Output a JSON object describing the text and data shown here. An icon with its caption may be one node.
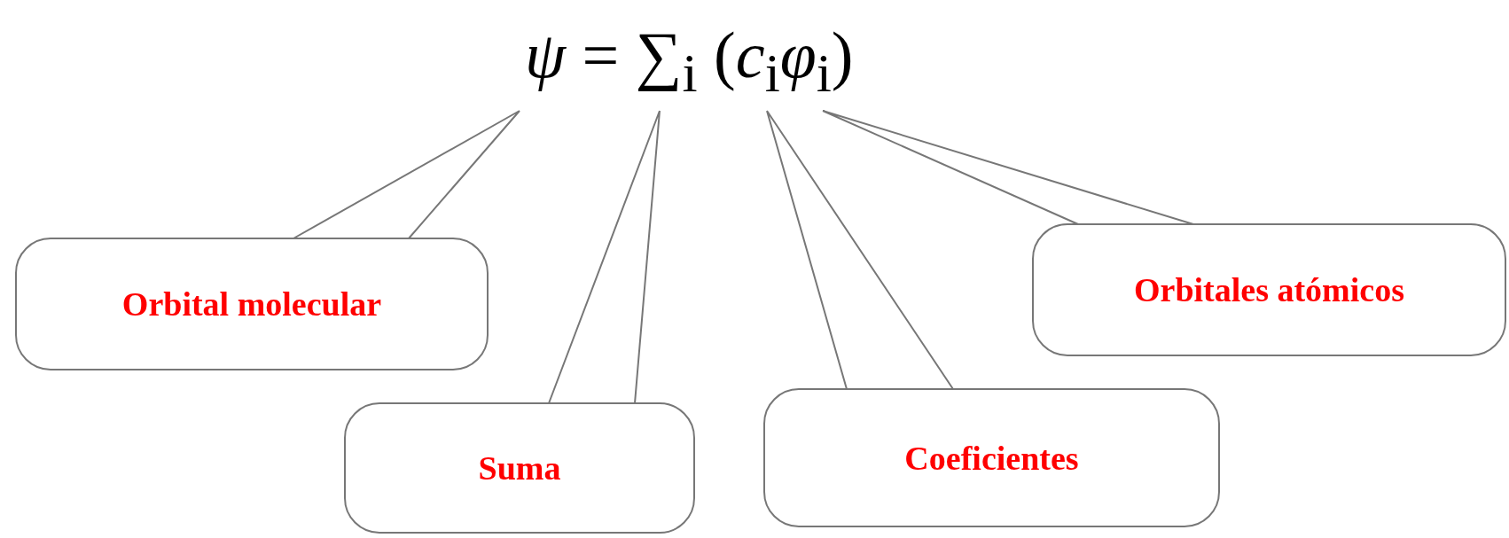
{
  "diagram": {
    "nodes": [
      {
        "text": [
          "*ψ* = ∑$_{i}$ (*c*$_{i}$*φ*$_{i}$)"
        ]
      },
      {
        "text": [
          "Orbital molecular"
        ]
      },
      {
        "text": [
          "Suma"
        ]
      },
      {
        "text": [
          "Coeficientes"
        ]
      },
      {
        "text": [
          "Orbitales atómicos"
        ]
      }
    ],
    "edges": [
      {
        "from": 1,
        "to": 0,
        "arrow": "none"
      },
      {
        "from": 2,
        "to": 0,
        "arrow": "none"
      },
      {
        "from": 3,
        "to": 0,
        "arrow": "none"
      },
      {
        "from": 4,
        "to": 0,
        "arrow": "none"
      }
    ]
  }
}
